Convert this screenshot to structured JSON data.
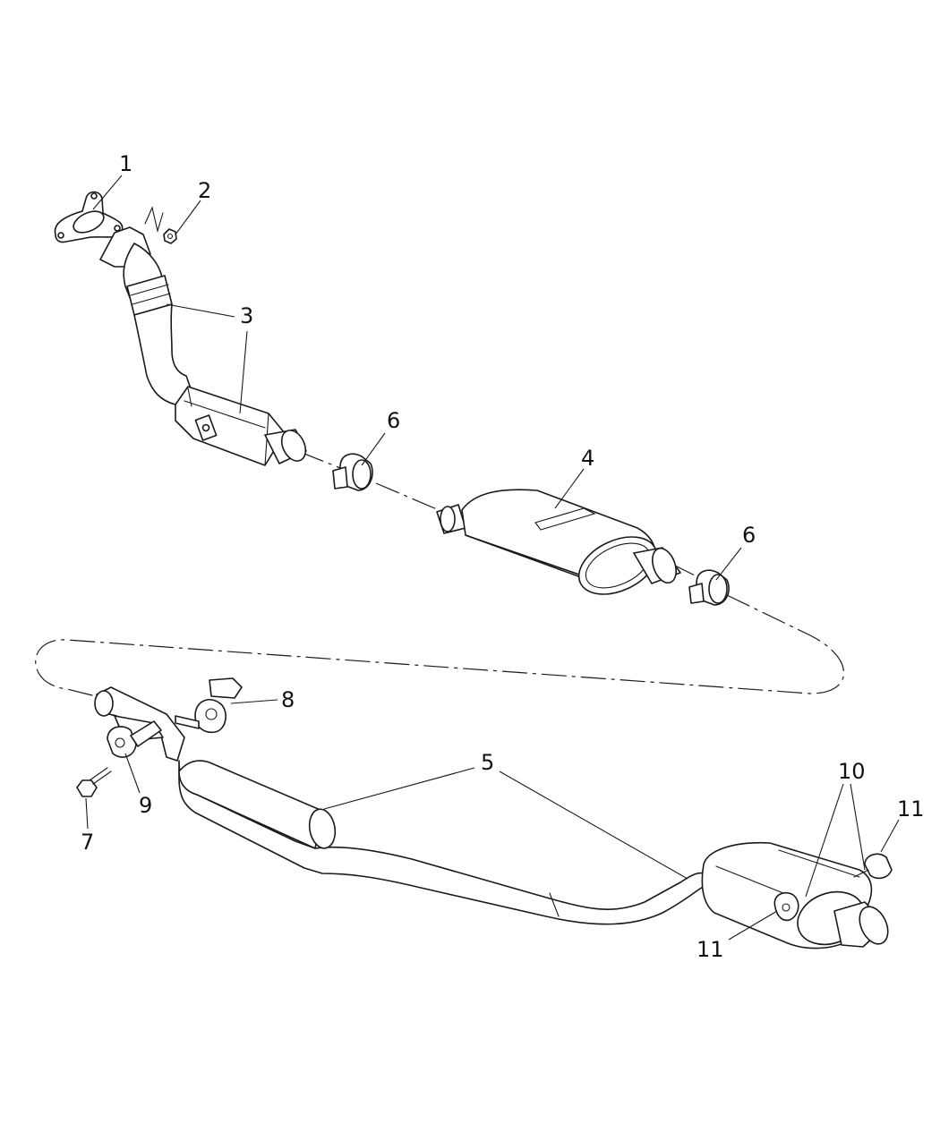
{
  "colors": {
    "line": "#1a1a1a",
    "background": "#ffffff"
  },
  "callouts": [
    {
      "id": "c1",
      "label": "1",
      "part": "exhaust manifold gasket"
    },
    {
      "id": "c2",
      "label": "2",
      "part": "nut"
    },
    {
      "id": "c3a",
      "label": "3",
      "part": "front pipe with catalytic converter"
    },
    {
      "id": "c4",
      "label": "4",
      "part": "resonator"
    },
    {
      "id": "c6a",
      "label": "6",
      "part": "clamp"
    },
    {
      "id": "c6b",
      "label": "6",
      "part": "clamp"
    },
    {
      "id": "c8",
      "label": "8",
      "part": "isolator"
    },
    {
      "id": "c5",
      "label": "5",
      "part": "tailpipe and muffler"
    },
    {
      "id": "c10",
      "label": "10",
      "part": "muffler hangers"
    },
    {
      "id": "c11a",
      "label": "11",
      "part": "isolator"
    },
    {
      "id": "c9",
      "label": "9",
      "part": "isolator"
    },
    {
      "id": "c7",
      "label": "7",
      "part": "bolt"
    },
    {
      "id": "c11b",
      "label": "11",
      "part": "isolator"
    }
  ]
}
